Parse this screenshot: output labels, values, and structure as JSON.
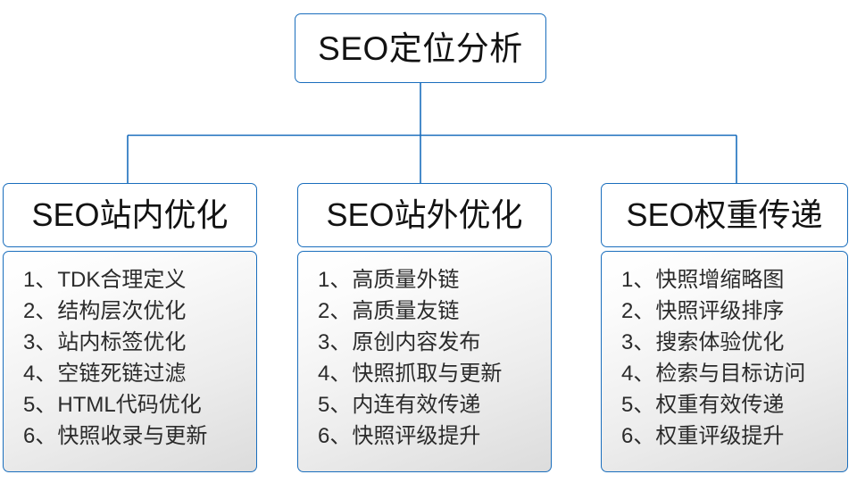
{
  "diagram": {
    "root": {
      "title": "SEO定位分析"
    },
    "theme": {
      "line_color": "#1a6ebd",
      "border_color": "#1a6ebd",
      "text_color": "#121212",
      "list_text_color": "#2b2b2b",
      "root_fill": "#ffffff",
      "list_fill_top": "#ffffff",
      "list_fill_bottom": "#dcdcdc"
    },
    "branches": [
      {
        "title": "SEO站内优化",
        "items": [
          {
            "index": "1、",
            "text": "TDK合理定义"
          },
          {
            "index": "2、",
            "text": "结构层次优化"
          },
          {
            "index": "3、",
            "text": "站内标签优化"
          },
          {
            "index": "4、",
            "text": "空链死链过滤"
          },
          {
            "index": "5、",
            "text": "HTML代码优化"
          },
          {
            "index": "6、",
            "text": "快照收录与更新"
          }
        ]
      },
      {
        "title": "SEO站外优化",
        "items": [
          {
            "index": "1、",
            "text": "高质量外链"
          },
          {
            "index": "2、",
            "text": "高质量友链"
          },
          {
            "index": "3、",
            "text": "原创内容发布"
          },
          {
            "index": "4、",
            "text": "快照抓取与更新"
          },
          {
            "index": "5、",
            "text": "内连有效传递"
          },
          {
            "index": "6、",
            "text": "快照评级提升"
          }
        ]
      },
      {
        "title": "SEO权重传递",
        "items": [
          {
            "index": "1、",
            "text": "快照增缩略图"
          },
          {
            "index": "2、",
            "text": "快照评级排序"
          },
          {
            "index": "3、",
            "text": "搜索体验优化"
          },
          {
            "index": "4、",
            "text": "检索与目标访问"
          },
          {
            "index": "5、",
            "text": "权重有效传递"
          },
          {
            "index": "6、",
            "text": "权重评级提升"
          }
        ]
      }
    ]
  }
}
